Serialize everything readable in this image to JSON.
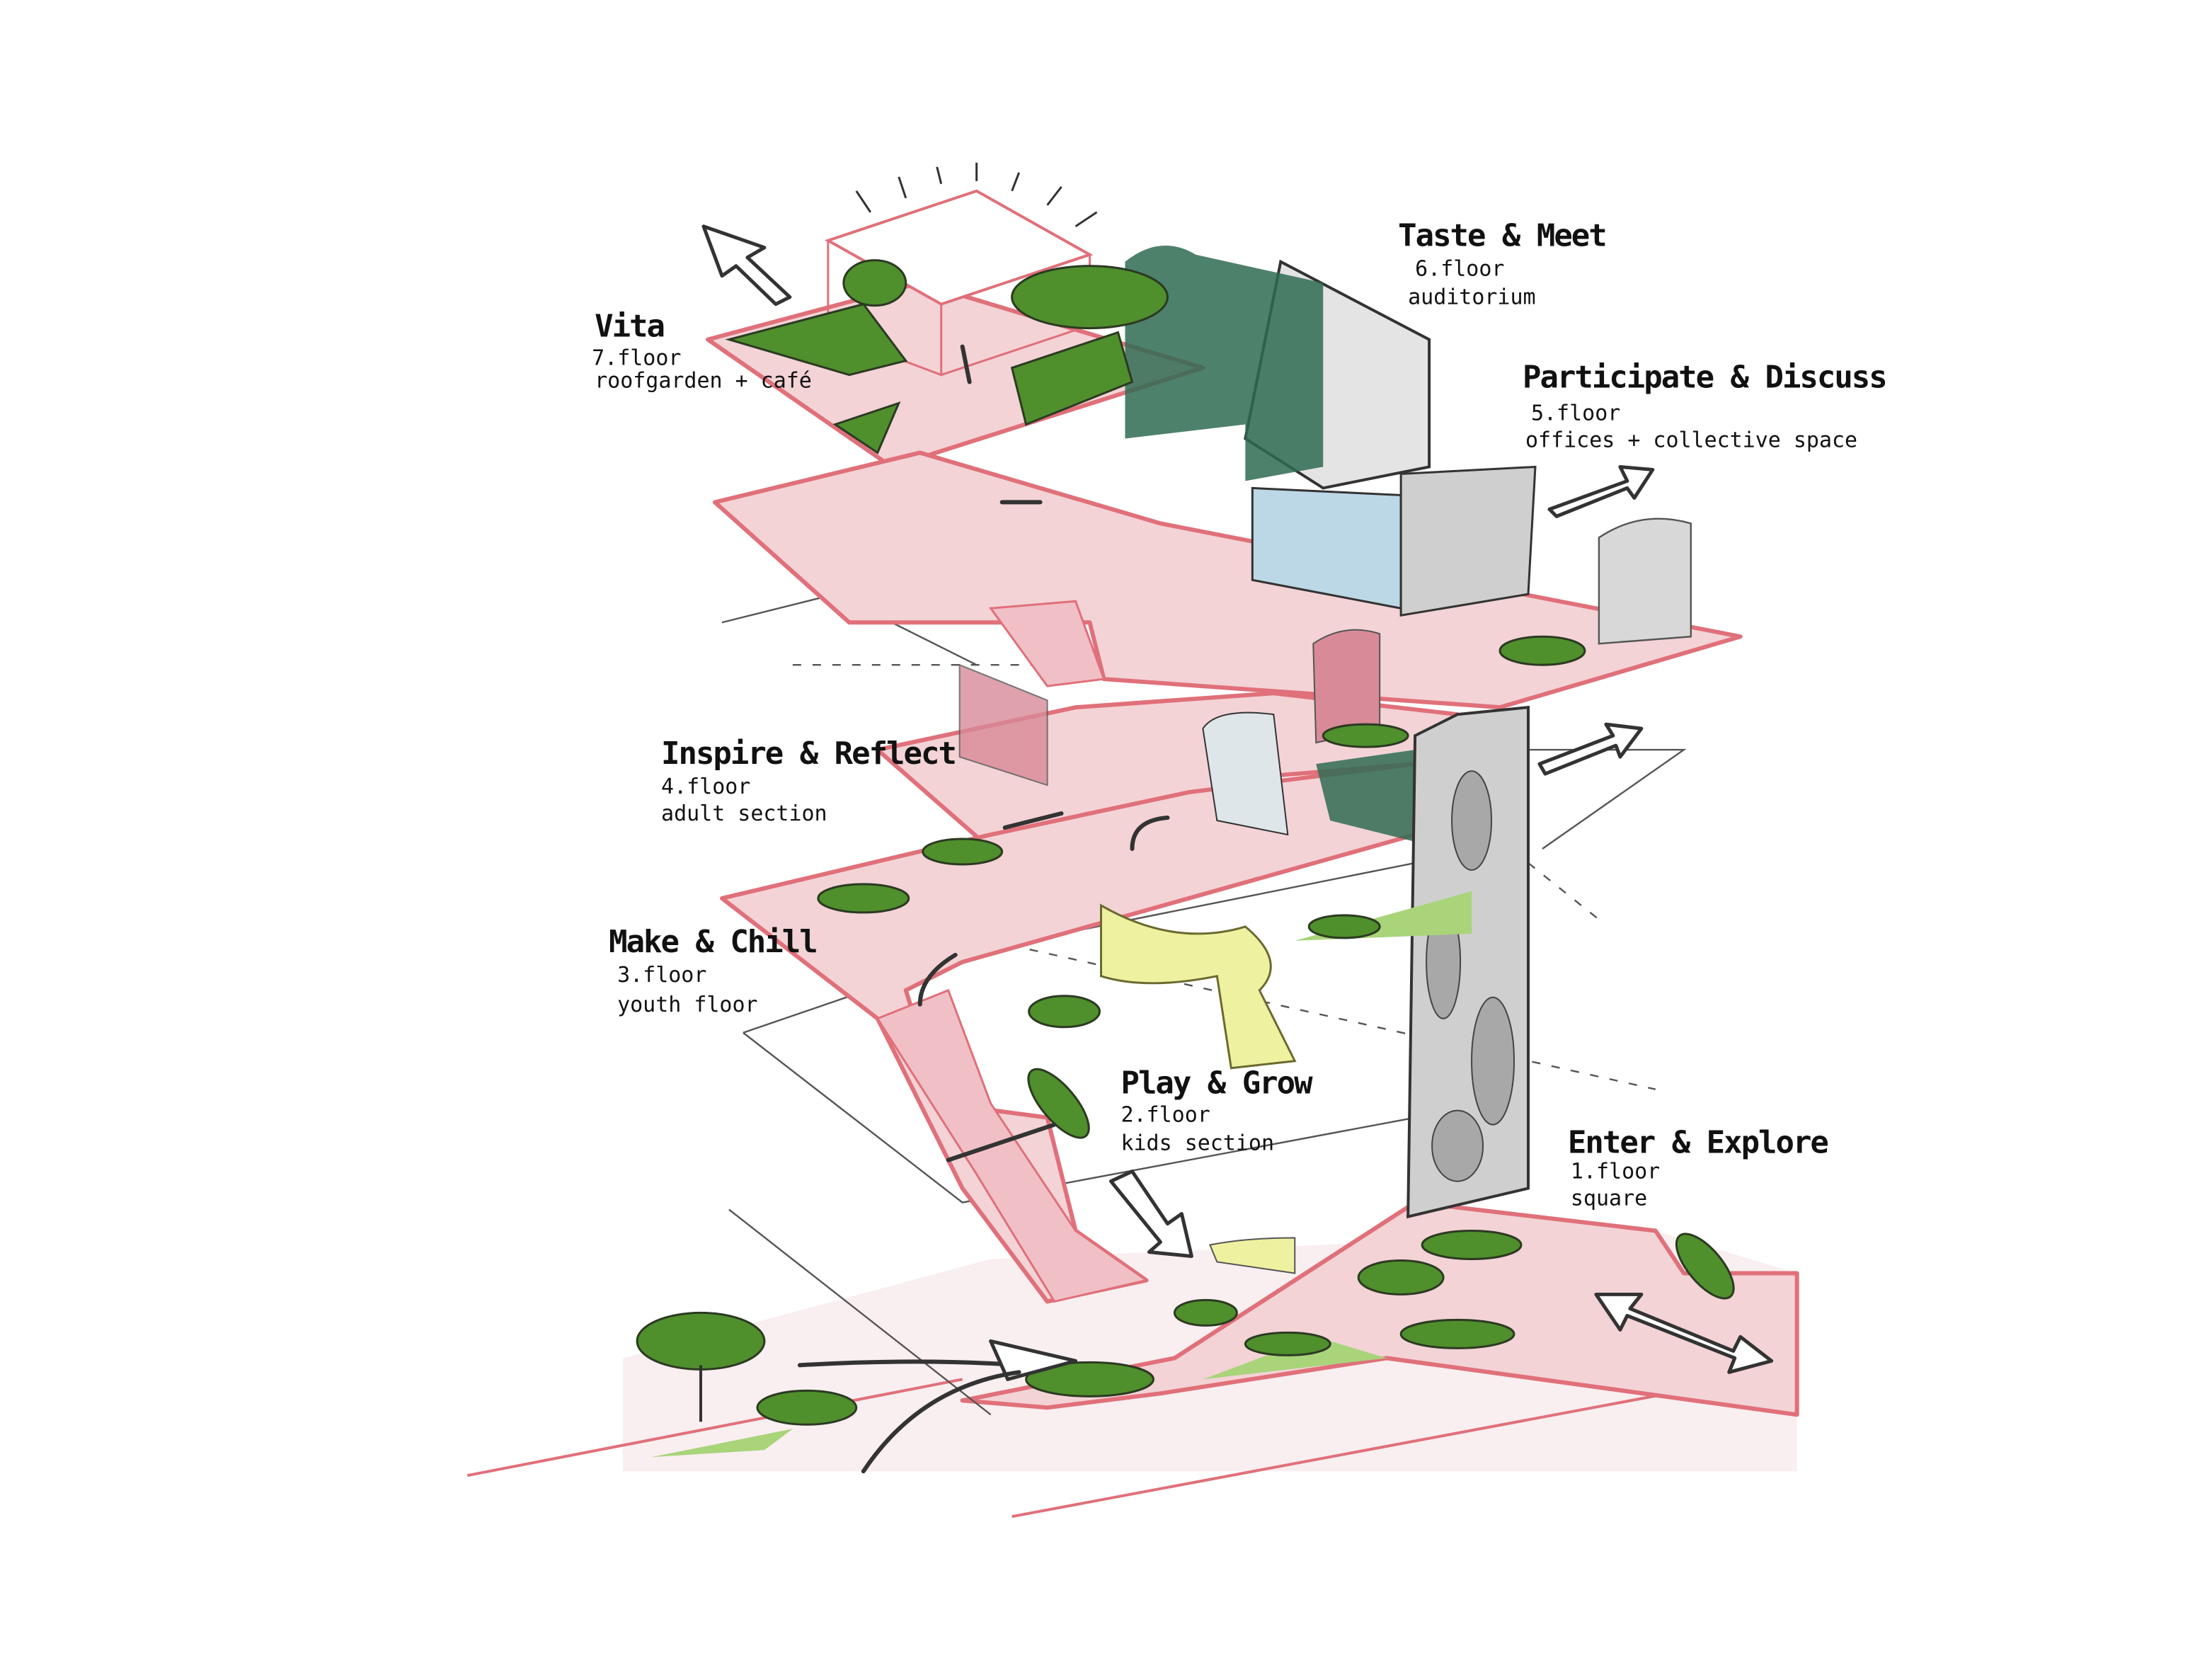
{
  "diagram": {
    "floors": [
      {
        "name": "Vita",
        "floor": "7.floor",
        "description": "roofgarden + café"
      },
      {
        "name": "Taste & Meet",
        "floor": "6.floor",
        "description": "auditorium"
      },
      {
        "name": "Participate & Discuss",
        "floor": "5.floor",
        "description": "offices + collective space"
      },
      {
        "name": "Inspire & Reflect",
        "floor": "4.floor",
        "description": "adult section"
      },
      {
        "name": "Make & Chill",
        "floor": "3.floor",
        "description": "youth floor"
      },
      {
        "name": "Play & Grow",
        "floor": "2.floor",
        "description": "kids section"
      },
      {
        "name": "Enter & Explore",
        "floor": "1.floor",
        "description": "square"
      }
    ],
    "colors": {
      "plate": "#f3d3d6",
      "edge": "#e0707a",
      "green": "#4f8f2c",
      "curtain": "#2f6b52",
      "yellow": "#eef2a0"
    }
  }
}
